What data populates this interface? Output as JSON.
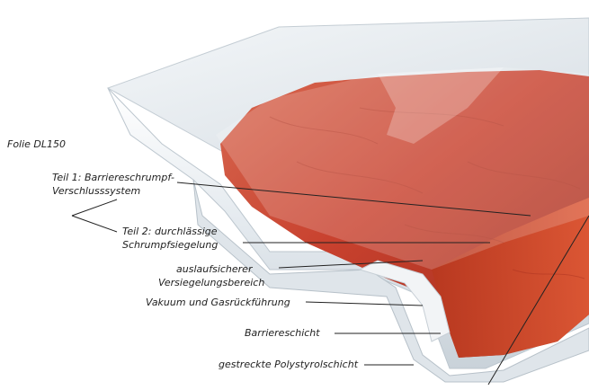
{
  "labels": {
    "film": "Folie DL150",
    "part1_line1": "Teil 1: Barriereschrumpf-",
    "part1_line2": "Verschlusssystem",
    "part2_line1": "Teil 2: durchlässige",
    "part2_line2": "Schrumpfsiegelung",
    "leakproof_line1": "auslaufsicherer",
    "leakproof_line2": "Versiegelungsbereich",
    "vacuum": "Vakuum und Gasrückführung",
    "barrier_layer": "Barriereschicht",
    "polystyrene": "gestreckte Polystyrolschicht"
  },
  "colors": {
    "tray": "#e9eef2",
    "meat": "#c8412e",
    "meat_highlight": "#d9705a",
    "film_overlay": "#f3f6f8",
    "leader": "#222222"
  }
}
